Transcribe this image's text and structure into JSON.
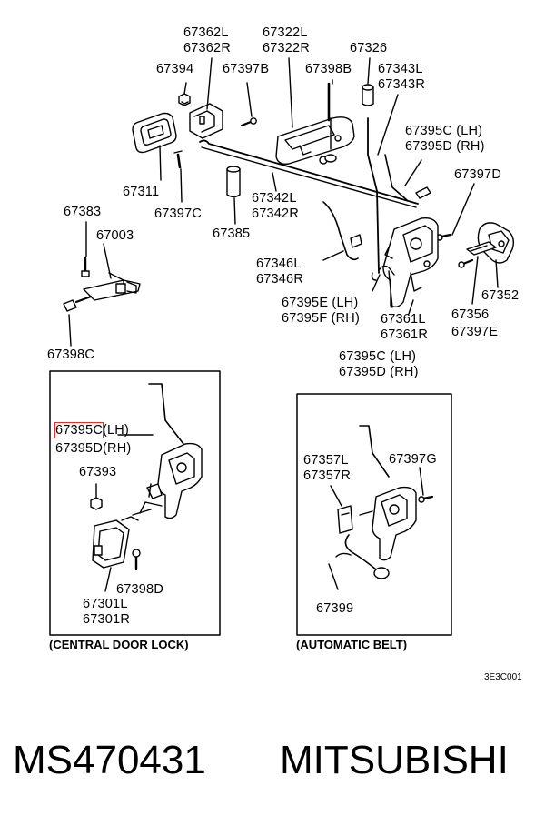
{
  "labels": {
    "p67362": [
      "67362L",
      "67362R"
    ],
    "p67322": [
      "67322L",
      "67322R"
    ],
    "p67326": "67326",
    "p67394": "67394",
    "p67397b": "67397B",
    "p67398b": "67398B",
    "p67343": [
      "67343L",
      "67343R"
    ],
    "p67395cd_top": [
      "67395C (LH)",
      "67395D (RH)"
    ],
    "p67397d": "67397D",
    "p67311": "67311",
    "p67397c": "67397C",
    "p67342": [
      "67342L",
      "67342R"
    ],
    "p67385": "67385",
    "p67383": "67383",
    "p67003": "67003",
    "p67346": [
      "67346L",
      "67346R"
    ],
    "p67395ef": [
      "67395E (LH)",
      "67395F (RH)"
    ],
    "p67361": [
      "67361L",
      "67361R"
    ],
    "p67356": "67356",
    "p67397e": "67397E",
    "p67352": "67352",
    "p67398c": "67398C",
    "p67395cd_mid": [
      "67395C (LH)",
      "67395D (RH)"
    ],
    "inset_left": {
      "p67395c": "67395C",
      "p67395c_side": "(LH)",
      "p67395d": "67395D(RH)",
      "p67393": "67393",
      "p67398d": "67398D",
      "p67301": [
        "67301L",
        "67301R"
      ],
      "caption": "(CENTRAL DOOR LOCK)"
    },
    "inset_right": {
      "p67357": [
        "67357L",
        "67357R"
      ],
      "p67397g": "67397G",
      "p67399": "67399",
      "caption": "(AUTOMATIC BELT)"
    }
  },
  "diagram_code": "3E3C001",
  "footer": {
    "part_number": "MS470431",
    "brand": "MITSUBISHI"
  },
  "highlight_color": "#e0302a"
}
